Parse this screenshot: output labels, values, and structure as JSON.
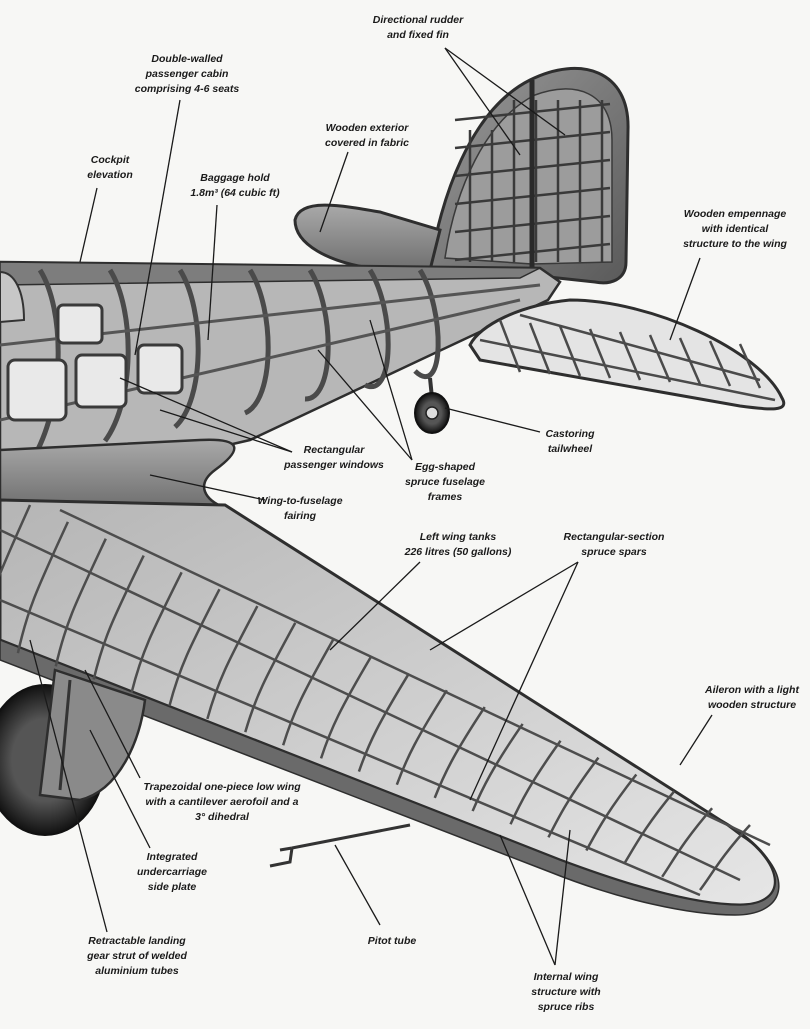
{
  "title": "Aircraft structural cutaway",
  "colors": {
    "background": "#f7f7f5",
    "ink": "#1a1a1a",
    "skin": "#8a8a8a",
    "frame": "#5e5e5e",
    "light": "#c9c9c9"
  },
  "labels": [
    {
      "id": "rudder",
      "lines": [
        "Directional rudder",
        "and fixed fin"
      ]
    },
    {
      "id": "cabin",
      "lines": [
        "Double-walled",
        "passenger cabin",
        "comprising 4-6 seats"
      ]
    },
    {
      "id": "exterior",
      "lines": [
        "Wooden exterior",
        "covered in fabric"
      ]
    },
    {
      "id": "cockpit",
      "lines": [
        "Cockpit",
        "elevation"
      ]
    },
    {
      "id": "baggage",
      "lines": [
        "Baggage hold",
        "1.8m³ (64 cubic ft)"
      ]
    },
    {
      "id": "empennage",
      "lines": [
        "Wooden empennage",
        "with identical",
        "structure to the wing"
      ]
    },
    {
      "id": "tailwheel",
      "lines": [
        "Castoring",
        "tailwheel"
      ]
    },
    {
      "id": "windows",
      "lines": [
        "Rectangular",
        "passenger windows"
      ]
    },
    {
      "id": "frames",
      "lines": [
        "Egg-shaped",
        "spruce fuselage",
        "frames"
      ]
    },
    {
      "id": "fairing",
      "lines": [
        "Wing-to-fuselage",
        "fairing"
      ]
    },
    {
      "id": "tanks",
      "lines": [
        "Left wing tanks",
        "226 litres (50 gallons)"
      ]
    },
    {
      "id": "spars",
      "lines": [
        "Rectangular-section",
        "spruce spars"
      ]
    },
    {
      "id": "aileron",
      "lines": [
        "Aileron with a light",
        "wooden structure"
      ]
    },
    {
      "id": "wing",
      "lines": [
        "Trapezoidal one-piece low wing",
        "with a cantilever aerofoil and a",
        "3° dihedral"
      ]
    },
    {
      "id": "sideplate",
      "lines": [
        "Integrated",
        "undercarriage",
        "side plate"
      ]
    },
    {
      "id": "gear",
      "lines": [
        "Retractable landing",
        "gear strut of welded",
        "aluminium tubes"
      ]
    },
    {
      "id": "pitot",
      "lines": [
        "Pitot tube"
      ]
    },
    {
      "id": "ribs",
      "lines": [
        "Internal wing",
        "structure with",
        "spruce ribs"
      ]
    }
  ]
}
